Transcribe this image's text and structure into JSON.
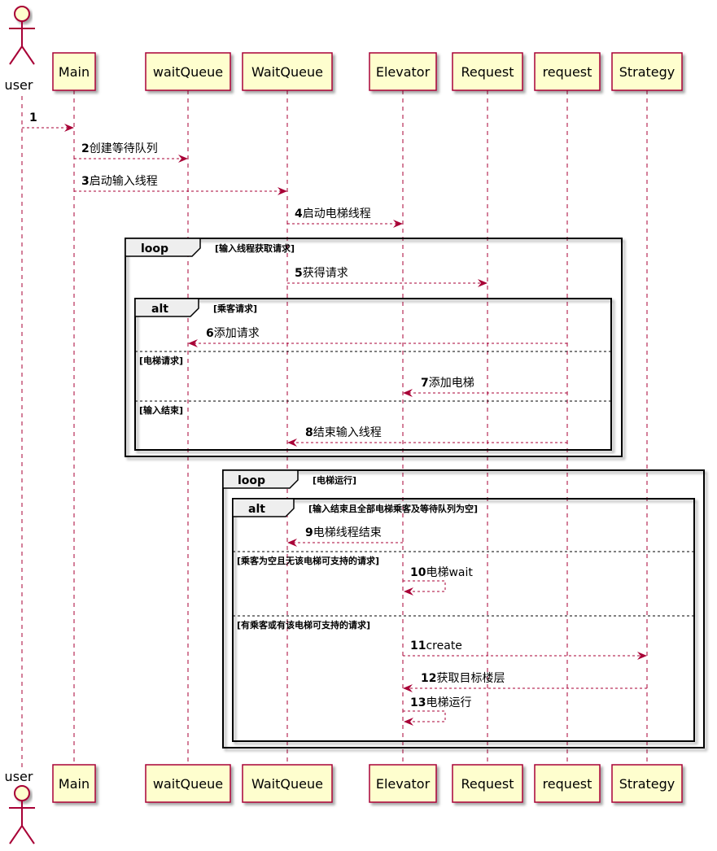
{
  "participants": [
    {
      "id": "user",
      "label": "user",
      "kind": "actor"
    },
    {
      "id": "main",
      "label": "Main",
      "kind": "box"
    },
    {
      "id": "waitQueue",
      "label": "waitQueue",
      "kind": "box"
    },
    {
      "id": "WaitQueue",
      "label": "WaitQueue",
      "kind": "box"
    },
    {
      "id": "elevator",
      "label": "Elevator",
      "kind": "box"
    },
    {
      "id": "Request",
      "label": "Request",
      "kind": "box"
    },
    {
      "id": "request",
      "label": "request",
      "kind": "box"
    },
    {
      "id": "strategy",
      "label": "Strategy",
      "kind": "box"
    }
  ],
  "messages": [
    {
      "num": "1",
      "text": "",
      "from": "user",
      "to": "main"
    },
    {
      "num": "2",
      "text": "创建等待队列",
      "from": "main",
      "to": "waitQueue"
    },
    {
      "num": "3",
      "text": "启动输入线程",
      "from": "main",
      "to": "WaitQueue"
    },
    {
      "num": "4",
      "text": "启动电梯线程",
      "from": "WaitQueue",
      "to": "elevator"
    },
    {
      "num": "5",
      "text": "获得请求",
      "from": "WaitQueue",
      "to": "Request"
    },
    {
      "num": "6",
      "text": "添加请求",
      "from": "request",
      "to": "waitQueue"
    },
    {
      "num": "7",
      "text": "添加电梯",
      "from": "request",
      "to": "elevator"
    },
    {
      "num": "8",
      "text": "结束输入线程",
      "from": "request",
      "to": "WaitQueue"
    },
    {
      "num": "9",
      "text": "电梯线程结束",
      "from": "elevator",
      "to": "WaitQueue"
    },
    {
      "num": "10",
      "text": "电梯wait",
      "from": "elevator",
      "to": "elevator"
    },
    {
      "num": "11",
      "text": "create",
      "from": "elevator",
      "to": "strategy"
    },
    {
      "num": "12",
      "text": "获取目标楼层",
      "from": "strategy",
      "to": "elevator"
    },
    {
      "num": "13",
      "text": "电梯运行",
      "from": "elevator",
      "to": "elevator"
    }
  ],
  "frames": [
    {
      "kind": "loop",
      "guard": "[输入线程获取请求]"
    },
    {
      "kind": "alt",
      "guard": "[乘客请求]",
      "else_guards": [
        "[电梯请求]",
        "[输入结束]"
      ]
    },
    {
      "kind": "loop",
      "guard": "[电梯运行]"
    },
    {
      "kind": "alt",
      "guard": "[输入结束且全部电梯乘客及等待队列为空]",
      "else_guards": [
        "[乘客为空且无该电梯可支持的请求]",
        "[有乘客或有该电梯可支持的请求]"
      ]
    }
  ],
  "colors": {
    "participant_fill": "#FEFECE",
    "participant_border": "#A80036",
    "arrow": "#A80036",
    "frame_border": "#000000",
    "frame_tab_fill": "#EEEEEE"
  }
}
